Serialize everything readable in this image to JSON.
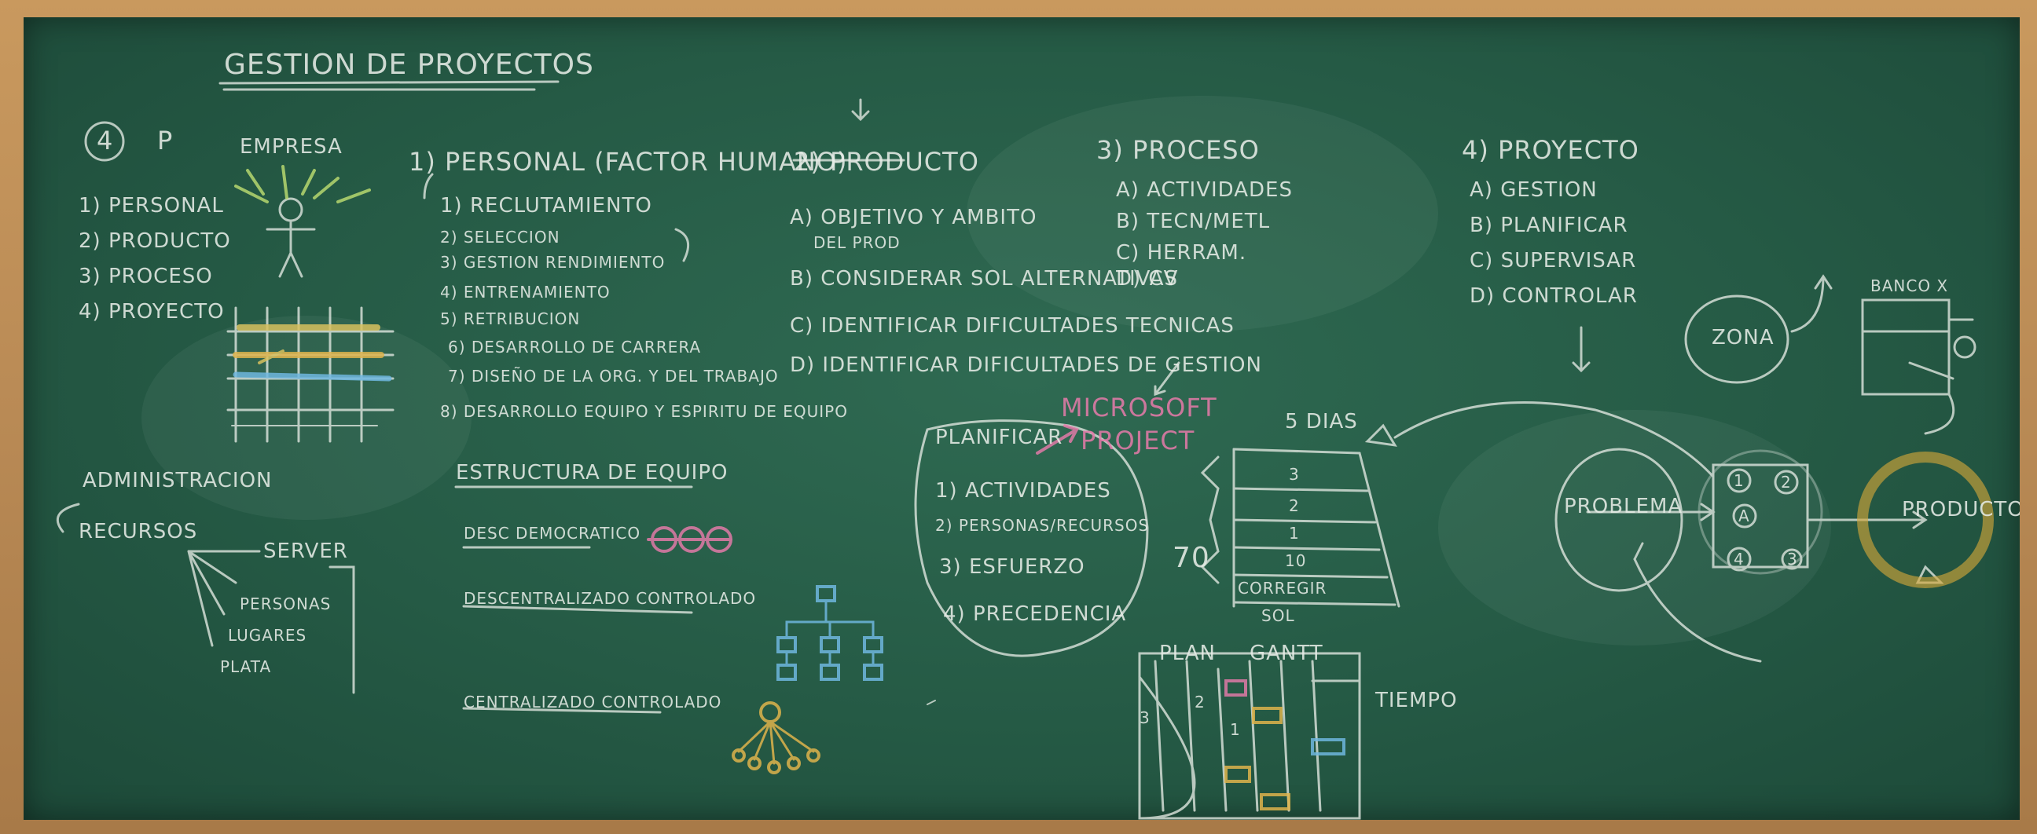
{
  "title": "GESTION DE PROYECTOS",
  "four_p": {
    "badge": "4",
    "letter": "P",
    "items": [
      "1) PERSONAL",
      "2) PRODUCTO",
      "3) PROCESO",
      "4) PROYECTO"
    ]
  },
  "empresa": "EMPRESA",
  "administracion": {
    "title": "ADMINISTRACION",
    "recursos": "RECURSOS",
    "items": [
      "SERVER",
      "PERSONAS",
      "LUGARES",
      "PLATA"
    ]
  },
  "personal": {
    "title": "1) PERSONAL (FACTOR HUMANO)",
    "items": [
      "1) RECLUTAMIENTO",
      "2) SELECCION",
      "3) GESTION RENDIMIENTO",
      "4) ENTRENAMIENTO",
      "5) RETRIBUCION",
      "6) DESARROLLO DE CARRERA",
      "7) DISEÑO DE LA ORG. Y DEL TRABAJO",
      "8) DESARROLLO EQUIPO Y ESPIRITU DE EQUIPO"
    ]
  },
  "estructura": {
    "title": "ESTRUCTURA DE EQUIPO",
    "row1": "DESC DEMOCRATICO",
    "row2": "DESCENTRALIZADO CONTROLADO",
    "row3": "CENTRALIZADO CONTROLADO"
  },
  "producto": {
    "title": "2) PRODUCTO",
    "items": [
      "A) OBJETIVO Y AMBITO",
      "DEL PROD",
      "B) CONSIDERAR SOL ALTERNATIVAS",
      "C) IDENTIFICAR DIFICULTADES TECNICAS",
      "D) IDENTIFICAR DIFICULTADES DE GESTION"
    ]
  },
  "proceso": {
    "title": "3) PROCESO",
    "items": [
      "A) ACTIVIDADES",
      "B) TECN/METL",
      "C) HERRAM.",
      "D) CV"
    ]
  },
  "proyecto": {
    "title": "4) PROYECTO",
    "items": [
      "A) GESTION",
      "B) PLANIFICAR",
      "C) SUPERVISAR",
      "D) CONTROLAR"
    ]
  },
  "planificar": {
    "title": "PLANIFICAR",
    "tool": [
      "MICROSOFT",
      "PROJECT"
    ],
    "items": [
      "1) ACTIVIDADES",
      "2) PERSONAS/RECURSOS",
      "3) ESFUERZO",
      "4) PRECEDENCIA"
    ]
  },
  "schedule": {
    "header": "5 DIAS",
    "rows": [
      "3",
      "2",
      "1",
      "10",
      "CORREGIR",
      "SOL"
    ],
    "total": "70"
  },
  "gantt": {
    "plan": "PLAN",
    "gantt": "GANTT",
    "tiempo": "TIEMPO",
    "left": [
      "3",
      "2",
      "1"
    ]
  },
  "flow": {
    "problema": "PROBLEMA",
    "producto": "PRODUCTO",
    "zona": "ZONA",
    "banco": "BANCO X",
    "badges": [
      "1",
      "2",
      "A",
      "4",
      "3"
    ]
  }
}
